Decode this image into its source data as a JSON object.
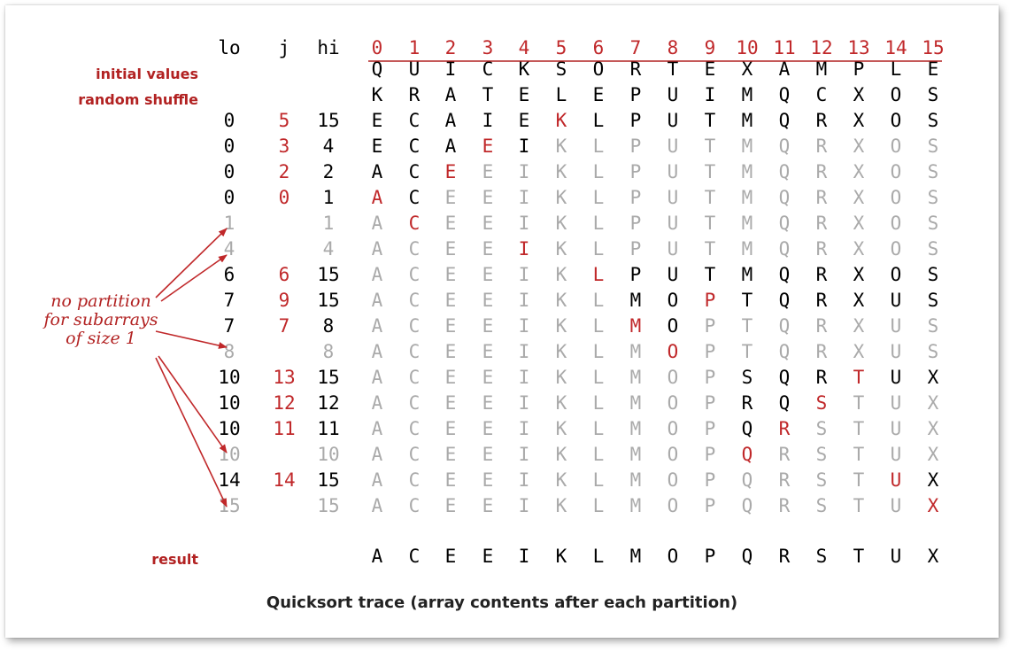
{
  "headers": {
    "lo": "lo",
    "j": "j",
    "hi": "hi",
    "indices": [
      "0",
      "1",
      "2",
      "3",
      "4",
      "5",
      "6",
      "7",
      "8",
      "9",
      "10",
      "11",
      "12",
      "13",
      "14",
      "15"
    ]
  },
  "labels": {
    "initial": "initial values",
    "shuffle": "random shuffle",
    "result": "result"
  },
  "annotation": [
    "no partition",
    "for subarrays",
    "of size 1"
  ],
  "caption": "Quicksort trace (array contents after each partition)",
  "colors": {
    "black": "#000000",
    "red": "#c0282a",
    "gray": "#aaaaaa"
  },
  "rows": [
    {
      "lo": "",
      "j": "",
      "hi": "",
      "state": "",
      "chars": "QUICKSORTEXAMPLE",
      "style": "bbbbbbbbbbbbbbbb"
    },
    {
      "lo": "",
      "j": "",
      "hi": "",
      "state": "",
      "chars": "KRATELEPUIMQCXOS",
      "style": "bbbbbbbbbbbbbbbb"
    },
    {
      "lo": "0",
      "j": "5",
      "hi": "15",
      "state": "active",
      "chars": "ECAIEKLPUTMQRXOS",
      "style": "bbbbbrbbbbbbbbbb"
    },
    {
      "lo": "0",
      "j": "3",
      "hi": "4",
      "state": "active",
      "chars": "ECAEIKLPUTMQRXOS",
      "style": "bbbrbggggggggggg"
    },
    {
      "lo": "0",
      "j": "2",
      "hi": "2",
      "state": "active",
      "chars": "ACEEIKLPUTMQRXOS",
      "style": "bbrggggggggggggg"
    },
    {
      "lo": "0",
      "j": "0",
      "hi": "1",
      "state": "active",
      "chars": "ACEEIKLPUTMQRXOS",
      "style": "rbgggggggggggggg"
    },
    {
      "lo": "1",
      "j": "",
      "hi": "1",
      "state": "gray",
      "chars": "ACEEIKLPUTMQRXOS",
      "style": "grgggggggggggggg"
    },
    {
      "lo": "4",
      "j": "",
      "hi": "4",
      "state": "gray",
      "chars": "ACEEIKLPUTMQRXOS",
      "style": "ggggrggggggggggg"
    },
    {
      "lo": "6",
      "j": "6",
      "hi": "15",
      "state": "active",
      "chars": "ACEEIKLPUTMQRXOS",
      "style": "ggggggrbbbbbbbbb"
    },
    {
      "lo": "7",
      "j": "9",
      "hi": "15",
      "state": "active",
      "chars": "ACEEIKLMOPTQRXUS",
      "style": "gggggggbbrbbbbbb"
    },
    {
      "lo": "7",
      "j": "7",
      "hi": "8",
      "state": "active",
      "chars": "ACEEIKLMOPTQRXUS",
      "style": "gggggggrbggggggg"
    },
    {
      "lo": "8",
      "j": "",
      "hi": "8",
      "state": "gray",
      "chars": "ACEEIKLMOPTQRXUS",
      "style": "ggggggggrggggggg"
    },
    {
      "lo": "10",
      "j": "13",
      "hi": "15",
      "state": "active",
      "chars": "ACEEIKLMOPSQRTUX",
      "style": "ggggggggggbbbrbb"
    },
    {
      "lo": "10",
      "j": "12",
      "hi": "12",
      "state": "active",
      "chars": "ACEEIKLMOPRQSTUX",
      "style": "ggggggggggbbrggg"
    },
    {
      "lo": "10",
      "j": "11",
      "hi": "11",
      "state": "active",
      "chars": "ACEEIKLMOPQRSTUX",
      "style": "ggggggggggbrgggg"
    },
    {
      "lo": "10",
      "j": "",
      "hi": "10",
      "state": "gray",
      "chars": "ACEEIKLMOPQRSTUX",
      "style": "ggggggggggrggggg"
    },
    {
      "lo": "14",
      "j": "14",
      "hi": "15",
      "state": "active",
      "chars": "ACEEIKLMOPQRSTUX",
      "style": "ggggggggggggggrb"
    },
    {
      "lo": "15",
      "j": "",
      "hi": "15",
      "state": "gray",
      "chars": "ACEEIKLMOPQRSTUX",
      "style": "gggggggggggggggr"
    },
    {
      "lo": "",
      "j": "",
      "hi": "",
      "state": "",
      "chars": "ACEEIKLMOPQRSTUX",
      "style": "bbbbbbbbbbbbbbbb"
    }
  ]
}
